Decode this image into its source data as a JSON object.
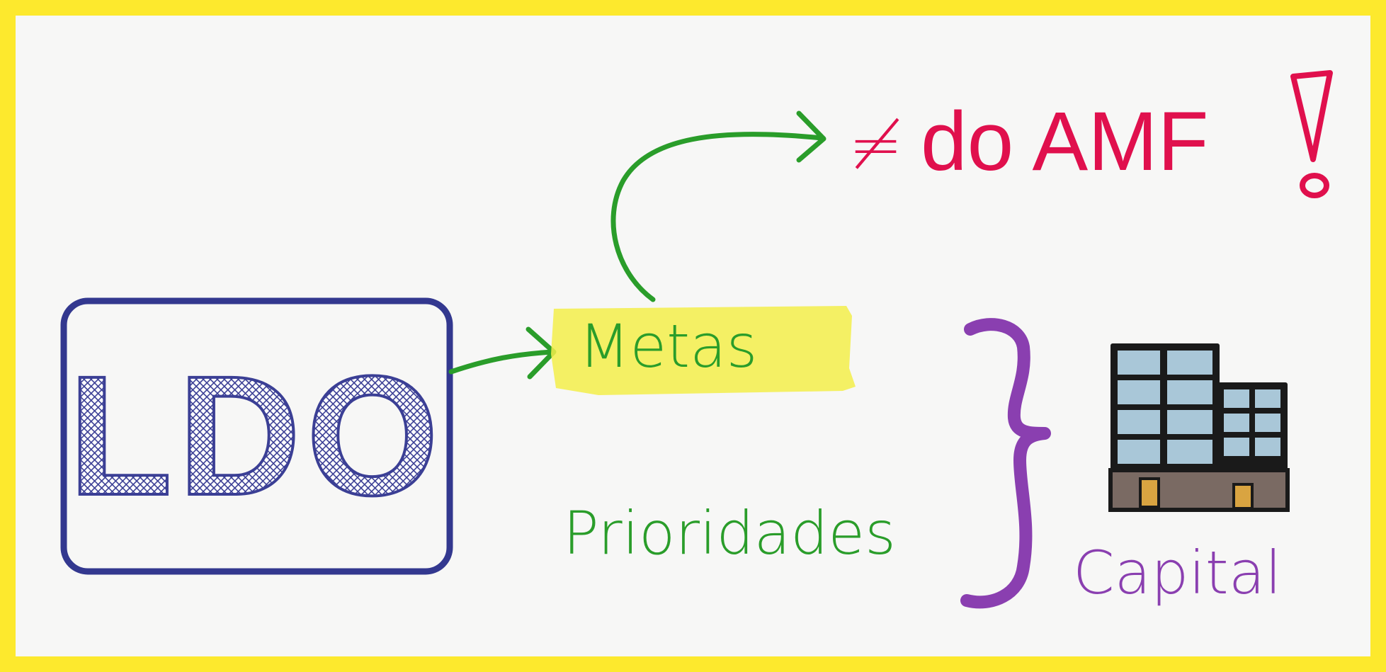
{
  "ldo": {
    "label": "LDO"
  },
  "metas": {
    "label": "Metas"
  },
  "amf": {
    "symbol": "≠",
    "label": "do AMF"
  },
  "prioridades": {
    "label": "Prioridades"
  },
  "capital": {
    "label": "Capital"
  },
  "icons": {
    "building": "building-icon",
    "exclamation": "exclamation-icon",
    "brace": "curly-brace-icon"
  },
  "colors": {
    "border": "#fde92d",
    "ldo_box": "#33388f",
    "ldo_text": "#3b3f95",
    "green": "#2a9d2a",
    "highlight": "#f3ef4a",
    "red": "#e0104d",
    "purple": "#8a3fb0",
    "building_dark": "#1a1a1a",
    "window": "#a9c7d8",
    "base": "#7a6a63",
    "door": "#d9a441"
  }
}
